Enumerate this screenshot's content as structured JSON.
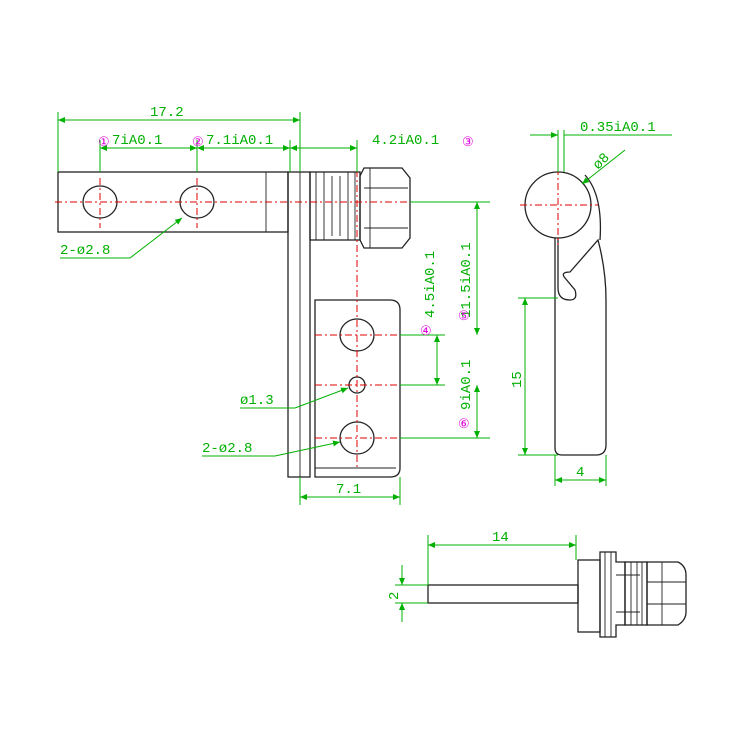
{
  "colors": {
    "object": "#222222",
    "dimension": "#00b000",
    "center_line": "#e00000",
    "marker": "#dd00dd"
  },
  "front_view": {
    "overall_width": "17.2",
    "pitch_1": "7іА0.1",
    "pitch_2": "7.1іА0.1",
    "offset_3": "4.2іА0.1",
    "top_holes": "2-ø2.8",
    "vertical_1": "4.5іА0.1",
    "vertical_2": "11.5іА0.1",
    "vertical_3": "9іА0.1",
    "small_hole": "ø1.3",
    "bottom_holes": "2-ø2.8",
    "plate_width": "7.1",
    "markers": [
      "①",
      "②",
      "③",
      "④",
      "⑤",
      "⑥"
    ]
  },
  "side_view": {
    "thickness": "0.35іА0.1",
    "diameter": "ø8",
    "height": "15",
    "base": "4"
  },
  "bottom_view": {
    "length": "14",
    "diameter": "2"
  }
}
